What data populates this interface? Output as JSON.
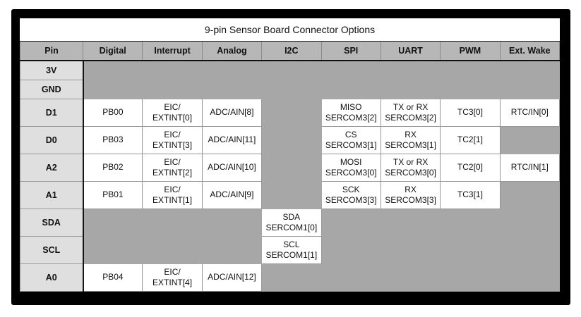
{
  "colors": {
    "frame_bg": "#000000",
    "header_bg": "#b7b7b7",
    "pin_bg": "#dfdfdf",
    "empty_bg": "#a7a7a7",
    "cell_bg": "#ffffff",
    "text": "#111111"
  },
  "chart_data": {
    "type": "table",
    "title": "9-pin Sensor Board Connector Options",
    "columns": [
      "Pin",
      "Digital",
      "Interrupt",
      "Analog",
      "I2C",
      "SPI",
      "UART",
      "PWM",
      "Ext. Wake"
    ],
    "rows": [
      {
        "pin": "3V",
        "cells": [
          "",
          "",
          "",
          "",
          "",
          "",
          "",
          ""
        ]
      },
      {
        "pin": "GND",
        "cells": [
          "",
          "",
          "",
          "",
          "",
          "",
          "",
          ""
        ]
      },
      {
        "pin": "D1",
        "cells": [
          "PB00",
          "EIC/\nEXTINT[0]",
          "ADC/AIN[8]",
          "",
          "MISO\nSERCOM3[2]",
          "TX or RX\nSERCOM3[2]",
          "TC3[0]",
          "RTC/IN[0]"
        ]
      },
      {
        "pin": "D0",
        "cells": [
          "PB03",
          "EIC/\nEXTINT[3]",
          "ADC/AIN[11]",
          "",
          "CS\nSERCOM3[1]",
          "RX\nSERCOM3[1]",
          "TC2[1]",
          ""
        ]
      },
      {
        "pin": "A2",
        "cells": [
          "PB02",
          "EIC/\nEXTINT[2]",
          "ADC/AIN[10]",
          "",
          "MOSI\nSERCOM3[0]",
          "TX or RX\nSERCOM3[0]",
          "TC2[0]",
          "RTC/IN[1]"
        ]
      },
      {
        "pin": "A1",
        "cells": [
          "PB01",
          "EIC/\nEXTINT[1]",
          "ADC/AIN[9]",
          "",
          "SCK\nSERCOM3[3]",
          "RX\nSERCOM3[3]",
          "TC3[1]",
          ""
        ]
      },
      {
        "pin": "SDA",
        "cells": [
          "",
          "",
          "",
          "SDA\nSERCOM1[0]",
          "",
          "",
          "",
          ""
        ]
      },
      {
        "pin": "SCL",
        "cells": [
          "",
          "",
          "",
          "SCL\nSERCOM1[1]",
          "",
          "",
          "",
          ""
        ]
      },
      {
        "pin": "A0",
        "cells": [
          "PB04",
          "EIC/\nEXTINT[4]",
          "ADC/AIN[12]",
          "",
          "",
          "",
          "",
          ""
        ]
      }
    ]
  }
}
